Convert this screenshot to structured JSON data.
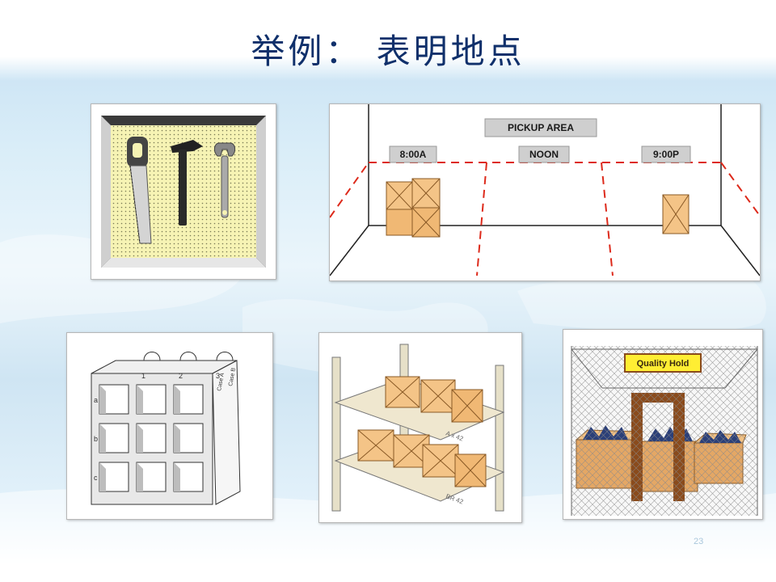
{
  "slide": {
    "title": "举例： 表明地点",
    "page_number": "23"
  },
  "pickup_area": {
    "sign": "PICKUP AREA",
    "zones": [
      "8:00A",
      "NOON",
      "9:00P"
    ]
  },
  "locker": {
    "columns": [
      "1",
      "2",
      "3"
    ],
    "rows": [
      "a",
      "b",
      "c"
    ],
    "case_labels": [
      "Case A",
      "Case B"
    ]
  },
  "shelf": {
    "labels": [
      "A x 42",
      "BR 42"
    ]
  },
  "quality_hold": {
    "sign": "Quality Hold"
  },
  "colors": {
    "title": "#10306b",
    "box": "#f4c487",
    "floor_line": "#dd2a1b",
    "sign_bg": "#cfcfcf",
    "quality_sign": "#ffee33"
  }
}
